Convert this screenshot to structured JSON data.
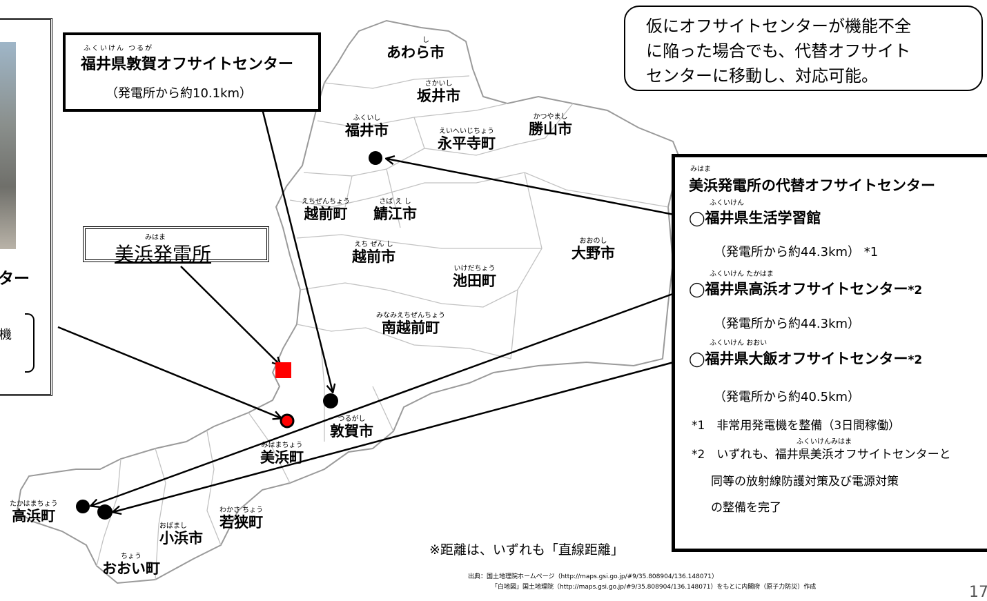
{
  "notice_box": {
    "lines": [
      "仮にオフサイトセンターが機能不全",
      "に陥った場合でも、代替オフサイト",
      "センターに移動し、対応可能。"
    ]
  },
  "tsuruga_box": {
    "ruby": "ふくいけん つるが",
    "title": "福井県敦賀オフサイトセンター",
    "distance": "（発電所から約10.1km）"
  },
  "plant_box": {
    "ruby": "みはま",
    "title": "美浜発電所"
  },
  "left_panel": {
    "fragment_main": "ター",
    "fragment_sub": "機"
  },
  "alt_box": {
    "heading_ruby": "みはま",
    "heading": "美浜発電所の代替オフサイトセンター",
    "centers": [
      {
        "ruby": "ふくいけん",
        "name": "福井県生活学習館",
        "suffix": "",
        "distance": "（発電所から約44.3km） *1"
      },
      {
        "ruby": "ふくいけん たかはま",
        "name": "福井県高浜オフサイトセンター",
        "suffix": "*2",
        "distance": "（発電所から約44.3km）"
      },
      {
        "ruby": "ふくいけん おおい",
        "name": "福井県大飯オフサイトセンター",
        "suffix": "*2",
        "distance": "（発電所から約40.5km）"
      }
    ],
    "bullet": "◯",
    "note1": "*1　非常用発電機を整備（3日間稼働）",
    "note2_ruby": "ふくいけんみはま",
    "note2_line1": "*2　いずれも、福井県美浜オフサイトセンターと",
    "note2_line2": "同等の放射線防護対策及び電源対策",
    "note2_line3": "の整備を完了"
  },
  "map_labels": [
    {
      "key": "awara",
      "ruby": "し",
      "name": "あわら市"
    },
    {
      "key": "sakai",
      "ruby": "さかいし",
      "name": "坂井市"
    },
    {
      "key": "fukui",
      "ruby": "ふくいし",
      "name": "福井市"
    },
    {
      "key": "eiheiji",
      "ruby": "えいへいじちょう",
      "name": "永平寺町"
    },
    {
      "key": "katsuyama",
      "ruby": "かつやまし",
      "name": "勝山市"
    },
    {
      "key": "echizencho",
      "ruby": "えちぜんちょう",
      "name": "越前町"
    },
    {
      "key": "sabae",
      "ruby": "さば え し",
      "name": "鯖江市"
    },
    {
      "key": "echizenshi",
      "ruby": "えち ぜん し",
      "name": "越前市"
    },
    {
      "key": "ono",
      "ruby": "おおのし",
      "name": "大野市"
    },
    {
      "key": "ikeda",
      "ruby": "いけだちょう",
      "name": "池田町"
    },
    {
      "key": "minamiechizen",
      "ruby": "みなみえちぜんちょう",
      "name": "南越前町"
    },
    {
      "key": "tsurugashi",
      "ruby": "つるがし",
      "name": "敦賀市"
    },
    {
      "key": "mihama",
      "ruby": "みはまちょう",
      "name": "美浜町"
    },
    {
      "key": "takahama",
      "ruby": "たかはまちょう",
      "name": "高浜町"
    },
    {
      "key": "wakasa",
      "ruby": "わかさ ちょう",
      "name": "若狭町"
    },
    {
      "key": "obama",
      "ruby": "おばまし",
      "name": "小浜市"
    },
    {
      "key": "ohi",
      "ruby": "ちょう",
      "name": "おおい町"
    }
  ],
  "distance_note": "※距離は、いずれも「直線距離」",
  "source": {
    "line1": "出典：国土地理院ホームページ（http://maps.gsi.go.jp/#9/35.808904/136.148071）",
    "line2": "「白地図」国土地理院（http://maps.gsi.go.jp/#9/35.808904/136.148071）をもとに内閣府（原子力防災）作成"
  },
  "page_number": "17",
  "colors": {
    "plant_marker": "#ff0000",
    "center_marker": "#000000",
    "map_border": "#9a9a9a"
  }
}
